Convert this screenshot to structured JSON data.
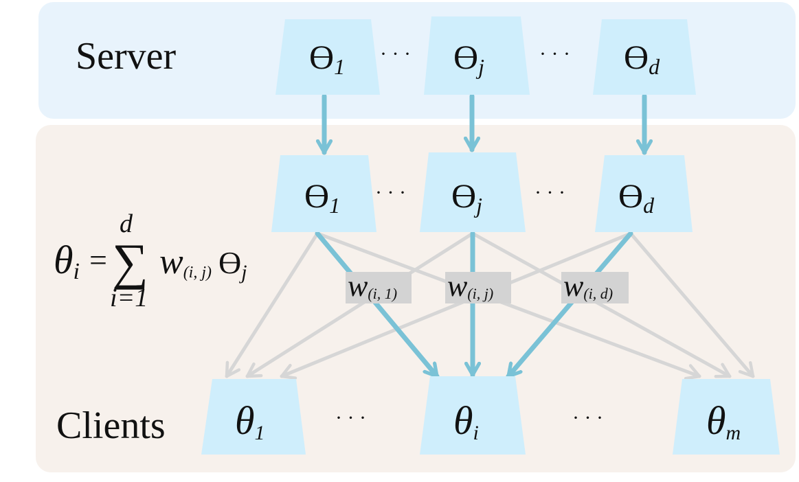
{
  "colors": {
    "server_bg": "#e8f3fc",
    "client_bg": "#f7f1ec",
    "module_fill": "#cfeefc",
    "arrow_blue": "#7ac2d6",
    "arrow_gray": "#d6d6d6",
    "weight_box": "#d3d3d3",
    "text": "#111111"
  },
  "labels": {
    "server": "Server",
    "clients": "Clients",
    "ellipsis": "· · ·"
  },
  "module_symbol": "ϴ",
  "server_modules": [
    "1",
    "j",
    "d"
  ],
  "local_modules": [
    "1",
    "j",
    "d"
  ],
  "clients": [
    "1",
    "i",
    "m"
  ],
  "theta_symbol": "θ",
  "formula": {
    "lhs_symbol": "θ",
    "lhs_sub": "i",
    "equals": "=",
    "sum_symbol": "∑",
    "sum_top": "d",
    "sum_bottom": "i=1",
    "weight_symbol": "w",
    "weight_sub": "(i, j)",
    "module_symbol": "ϴ",
    "module_sub": "j"
  },
  "weights": [
    {
      "symbol": "w",
      "sub": "(i, 1)"
    },
    {
      "symbol": "w",
      "sub": "(i, j)"
    },
    {
      "symbol": "w",
      "sub": "(i, d)"
    }
  ]
}
